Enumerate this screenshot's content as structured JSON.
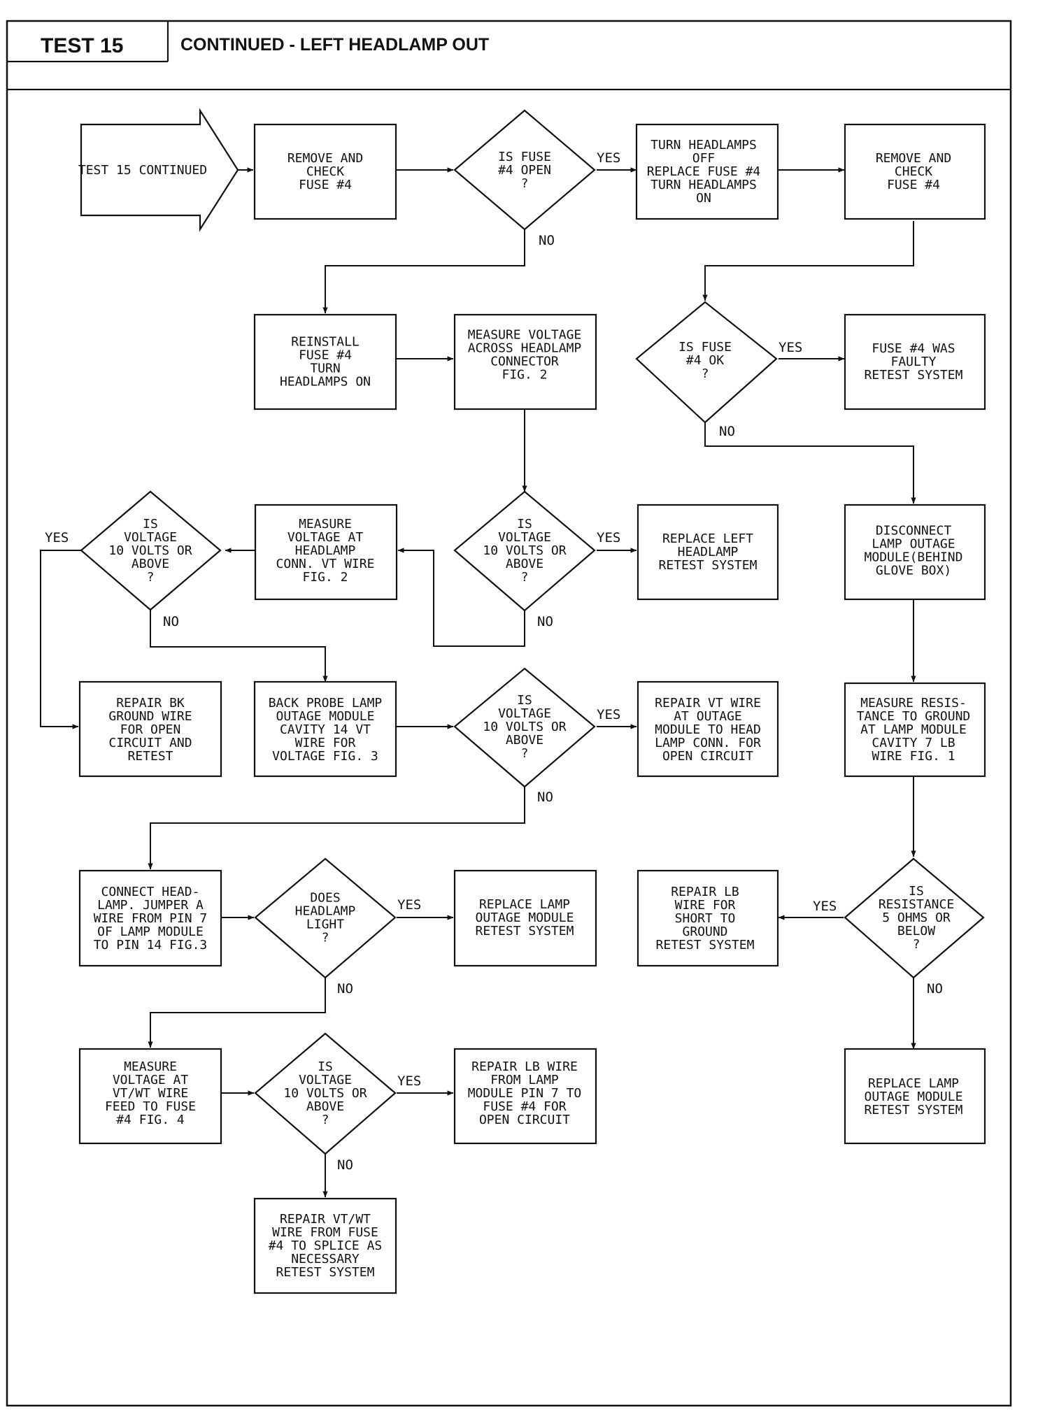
{
  "header": {
    "test_label": "TEST 15",
    "title": "CONTINUED - LEFT HEADLAMP OUT"
  },
  "nodes": {
    "start": [
      "TEST 15 CONTINUED"
    ],
    "remove_check_1": [
      "REMOVE AND",
      "CHECK",
      "FUSE #4"
    ],
    "d_fuse_open": [
      "IS FUSE",
      "#4 OPEN",
      "?"
    ],
    "turn_off_replace": [
      "TURN HEADLAMPS",
      "OFF",
      "REPLACE FUSE #4",
      "TURN HEADLAMPS",
      "ON"
    ],
    "remove_check_2": [
      "REMOVE AND",
      "CHECK",
      "FUSE #4"
    ],
    "reinstall": [
      "REINSTALL",
      "FUSE #4",
      "TURN",
      "HEADLAMPS ON"
    ],
    "measure_across": [
      "MEASURE VOLTAGE",
      "ACROSS HEADLAMP",
      "CONNECTOR",
      "FIG. 2"
    ],
    "d_fuse_ok": [
      "IS FUSE",
      "#4 OK",
      "?"
    ],
    "fuse_faulty": [
      "FUSE #4 WAS",
      "FAULTY",
      "RETEST SYSTEM"
    ],
    "d_volt_left": [
      "IS",
      "VOLTAGE",
      "10 VOLTS OR",
      "ABOVE",
      "?"
    ],
    "measure_vt": [
      "MEASURE",
      "VOLTAGE AT",
      "HEADLAMP",
      "CONN. VT WIRE",
      "FIG. 2"
    ],
    "d_volt_center": [
      "IS",
      "VOLTAGE",
      "10 VOLTS OR",
      "ABOVE",
      "?"
    ],
    "replace_headlamp": [
      "REPLACE LEFT",
      "HEADLAMP",
      "RETEST SYSTEM"
    ],
    "disconnect_module": [
      "DISCONNECT",
      "LAMP OUTAGE",
      "MODULE(BEHIND",
      "GLOVE BOX)"
    ],
    "repair_bk": [
      "REPAIR BK",
      "GROUND WIRE",
      "FOR OPEN",
      "CIRCUIT AND",
      "RETEST"
    ],
    "back_probe": [
      "BACK PROBE LAMP",
      "OUTAGE MODULE",
      "CAVITY 14 VT",
      "WIRE FOR",
      "VOLTAGE FIG. 3"
    ],
    "d_volt_bp": [
      "IS",
      "VOLTAGE",
      "10 VOLTS OR",
      "ABOVE",
      "?"
    ],
    "repair_vt": [
      "REPAIR VT WIRE",
      "AT OUTAGE",
      "MODULE TO HEAD",
      "LAMP CONN. FOR",
      "OPEN CIRCUIT"
    ],
    "measure_resistance": [
      "MEASURE RESIS-",
      "TANCE TO GROUND",
      "AT LAMP MODULE",
      "CAVITY 7 LB",
      "WIRE FIG. 1"
    ],
    "connect_jumper": [
      "CONNECT HEAD-",
      "LAMP. JUMPER A",
      "WIRE FROM PIN 7",
      "OF LAMP MODULE",
      "TO PIN 14 FIG.3"
    ],
    "d_headlamp_light": [
      "DOES",
      "HEADLAMP",
      "LIGHT",
      "?"
    ],
    "replace_module_1": [
      "REPLACE LAMP",
      "OUTAGE MODULE",
      "RETEST SYSTEM"
    ],
    "repair_lb_short": [
      "REPAIR LB",
      "WIRE FOR",
      "SHORT TO",
      "GROUND",
      "RETEST SYSTEM"
    ],
    "d_resistance": [
      "IS",
      "RESISTANCE",
      "5 OHMS OR",
      "BELOW",
      "?"
    ],
    "measure_vtwt": [
      "MEASURE",
      "VOLTAGE AT",
      "VT/WT WIRE",
      "FEED TO FUSE",
      "#4 FIG. 4"
    ],
    "d_volt_feed": [
      "IS",
      "VOLTAGE",
      "10 VOLTS OR",
      "ABOVE",
      "?"
    ],
    "repair_lb_open": [
      "REPAIR LB WIRE",
      "FROM LAMP",
      "MODULE PIN 7 TO",
      "FUSE #4 FOR",
      "OPEN CIRCUIT"
    ],
    "replace_module_2": [
      "REPLACE LAMP",
      "OUTAGE MODULE",
      "RETEST SYSTEM"
    ],
    "repair_vtwt": [
      "REPAIR VT/WT",
      "WIRE FROM FUSE",
      "#4 TO SPLICE AS",
      "NECESSARY",
      "RETEST SYSTEM"
    ]
  },
  "edge_labels": {
    "fuse_open_yes": "YES",
    "fuse_open_no": "NO",
    "fuse_ok_yes": "YES",
    "fuse_ok_no": "NO",
    "volt_left_yes": "YES",
    "volt_left_no": "NO",
    "volt_center_yes": "YES",
    "volt_center_no": "NO",
    "volt_bp_yes": "YES",
    "volt_bp_no": "NO",
    "headlamp_light_yes": "YES",
    "headlamp_light_no": "NO",
    "resistance_yes": "YES",
    "resistance_no": "NO",
    "volt_feed_yes": "YES",
    "volt_feed_no": "NO"
  }
}
